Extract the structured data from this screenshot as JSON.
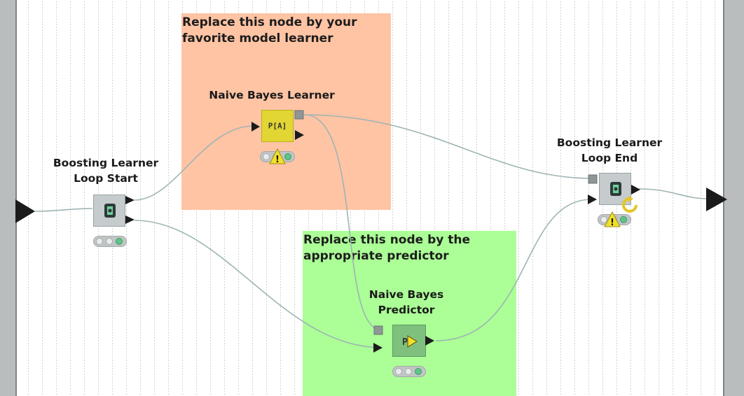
{
  "annotations": {
    "learner_hint": "Replace this node by your favorite model learner",
    "predictor_hint": "Replace this node by the appropriate predictor"
  },
  "nodes": {
    "loop_start": {
      "label_line1": "Boosting Learner",
      "label_line2": "Loop Start",
      "status": "executed"
    },
    "learner": {
      "label": "Naive Bayes Learner",
      "icon_text": "P[A]",
      "status": "warning"
    },
    "predictor": {
      "label_line1": "Naive Bayes",
      "label_line2": "Predictor",
      "status": "executed"
    },
    "loop_end": {
      "label_line1": "Boosting Learner",
      "label_line2": "Loop End",
      "status": "warning"
    }
  },
  "colors": {
    "learner_annotation": "#ffc4a4",
    "predictor_annotation": "#abff96",
    "connection": "#9fb4b4",
    "status_green": "#5fc48a",
    "warning_yellow": "#f2df2a"
  }
}
